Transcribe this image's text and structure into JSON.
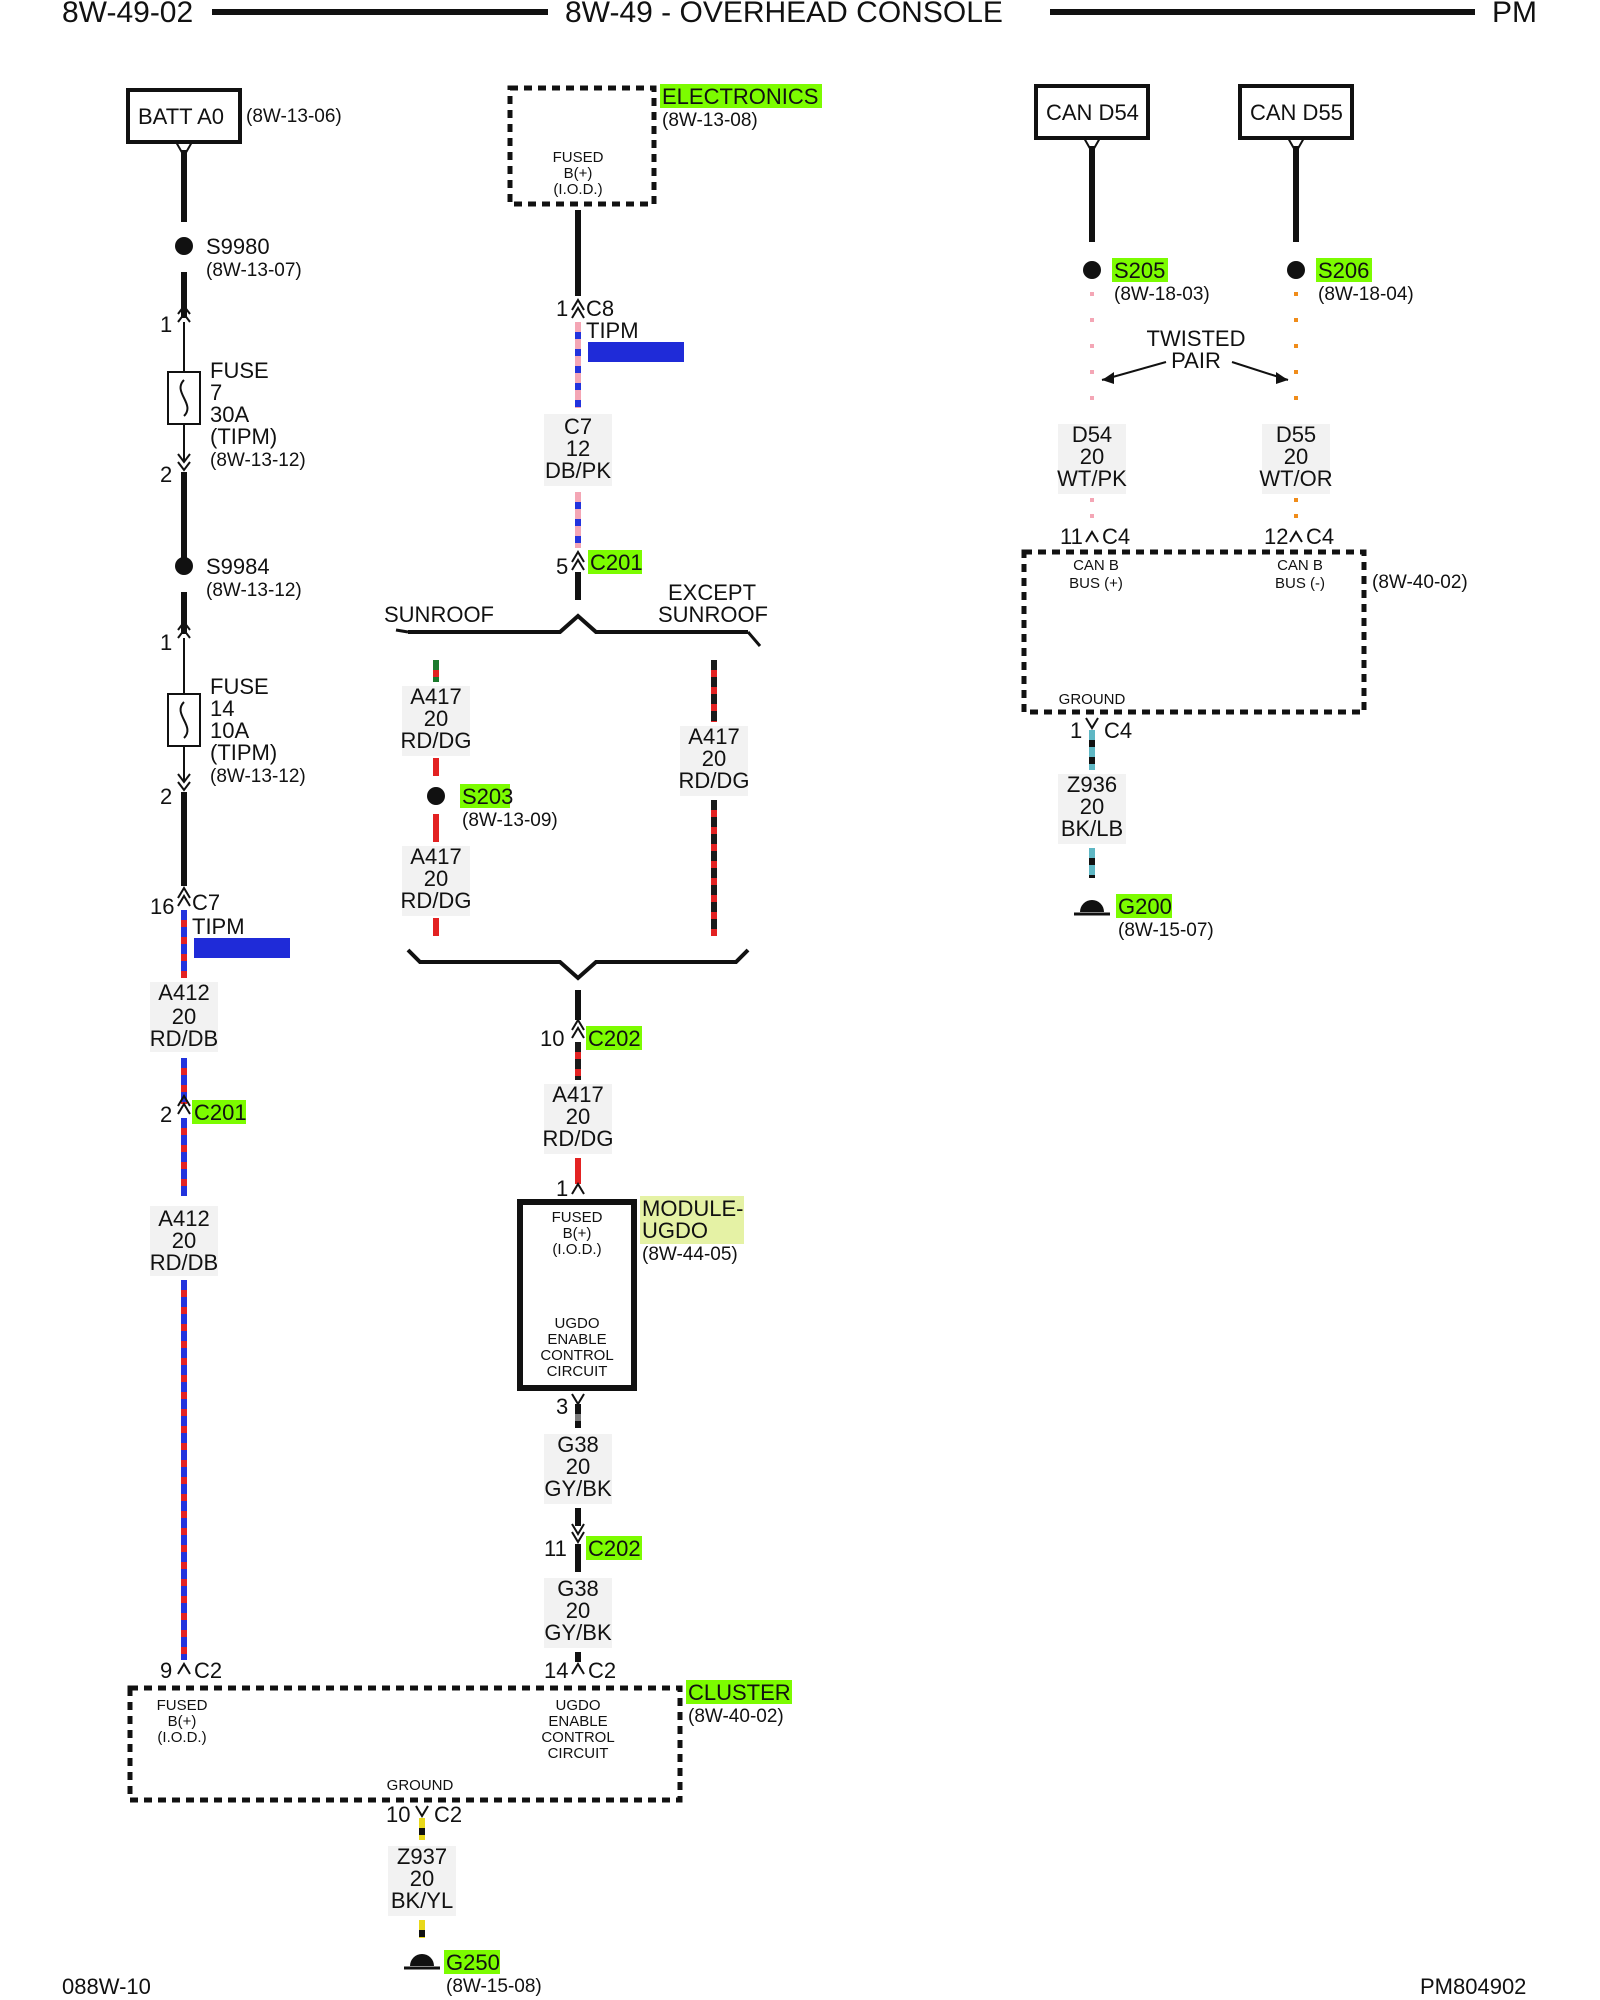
{
  "header": {
    "left": "8W-49-02",
    "center": "8W-49 - OVERHEAD CONSOLE",
    "right": "PM"
  },
  "footer": {
    "left": "088W-10",
    "right": "PM804902"
  },
  "colors": {
    "highlight": "#7cfc00",
    "ref_text": "#1a1a6e",
    "tipm_bar": "#1f2bd8",
    "wire_red": "#e32222",
    "wire_blue": "#2233dd",
    "wire_pink": "#f4a6b5",
    "wire_orange": "#f08c1a",
    "wire_teal": "#5fb7c4",
    "wire_yellow": "#e8d81a"
  },
  "column1": {
    "batt_label": "BATT A0",
    "batt_ref": "(8W-13-06)",
    "s9980": {
      "name": "S9980",
      "ref": "(8W-13-07)"
    },
    "fuse7": {
      "pin_top": "1",
      "pin_bottom": "2",
      "l1": "FUSE",
      "l2": "7",
      "l3": "30A",
      "l4": "(TIPM)",
      "ref": "(8W-13-12)"
    },
    "s9984": {
      "name": "S9984",
      "ref": "(8W-13-12)"
    },
    "fuse14": {
      "pin_top": "1",
      "pin_bottom": "2",
      "l1": "FUSE",
      "l2": "14",
      "l3": "10A",
      "l4": "(TIPM)",
      "ref": "(8W-13-12)"
    },
    "c7": {
      "pin": "16",
      "name": "C7",
      "sub": "TIPM"
    },
    "wire1": {
      "circuit": "A412",
      "gauge": "20",
      "color": "RD/DB"
    },
    "c201": {
      "pin": "2",
      "name": "C201"
    },
    "wire2": {
      "circuit": "A412",
      "gauge": "20",
      "color": "RD/DB"
    },
    "c2": {
      "pin": "9",
      "name": "C2"
    }
  },
  "column2": {
    "module_label": "ELECTRONICS",
    "module_ref": "(8W-13-08)",
    "module_inner": [
      "FUSED",
      "B(+)",
      "(I.O.D.)"
    ],
    "c8": {
      "pin": "1",
      "name": "C8",
      "sub": "TIPM"
    },
    "wire1": {
      "circuit": "C7",
      "gauge": "12",
      "color": "DB/PK"
    },
    "c201": {
      "pin": "5",
      "name": "C201"
    },
    "branch_left": "SUNROOF",
    "branch_right_1": "EXCEPT",
    "branch_right_2": "SUNROOF",
    "sun_wire_a": {
      "circuit": "A417",
      "gauge": "20",
      "color": "RD/DG"
    },
    "s203": {
      "name": "S203",
      "ref": "(8W-13-09)"
    },
    "sun_wire_b": {
      "circuit": "A417",
      "gauge": "20",
      "color": "RD/DG"
    },
    "except_wire": {
      "circuit": "A417",
      "gauge": "20",
      "color": "RD/DG"
    },
    "c202_top": {
      "pin": "10",
      "name": "C202"
    },
    "wire2": {
      "circuit": "A417",
      "gauge": "20",
      "color": "RD/DG"
    },
    "ugdo_pin_in": "1",
    "ugdo_label_1": "MODULE-",
    "ugdo_label_2": "UGDO",
    "ugdo_ref": "(8W-44-05)",
    "ugdo_inner_top": [
      "FUSED",
      "B(+)",
      "(I.O.D.)"
    ],
    "ugdo_inner_bottom": [
      "UGDO",
      "ENABLE",
      "CONTROL",
      "CIRCUIT"
    ],
    "ugdo_pin_out": "3",
    "wire3": {
      "circuit": "G38",
      "gauge": "20",
      "color": "GY/BK"
    },
    "c202_bottom": {
      "pin": "11",
      "name": "C202"
    },
    "wire4": {
      "circuit": "G38",
      "gauge": "20",
      "color": "GY/BK"
    },
    "c2": {
      "pin": "14",
      "name": "C2"
    }
  },
  "cluster": {
    "label": "CLUSTER",
    "ref": "(8W-40-02)",
    "inner_left": [
      "FUSED",
      "B(+)",
      "(I.O.D.)"
    ],
    "inner_right": [
      "UGDO",
      "ENABLE",
      "CONTROL",
      "CIRCUIT"
    ],
    "ground_label": "GROUND",
    "ground_pin": "10",
    "ground_conn": "C2",
    "ground_wire": {
      "circuit": "Z937",
      "gauge": "20",
      "color": "BK/YL"
    },
    "ground_name": "G250",
    "ground_ref": "(8W-15-08)"
  },
  "can": {
    "d54_box": "CAN D54",
    "d55_box": "CAN D55",
    "s205": {
      "name": "S205",
      "ref": "(8W-18-03)"
    },
    "s206": {
      "name": "S206",
      "ref": "(8W-18-04)"
    },
    "twisted_1": "TWISTED",
    "twisted_2": "PAIR",
    "wire_d54": {
      "circuit": "D54",
      "gauge": "20",
      "color": "WT/PK"
    },
    "wire_d55": {
      "circuit": "D55",
      "gauge": "20",
      "color": "WT/OR"
    },
    "c4_left": {
      "pin": "11",
      "name": "C4"
    },
    "c4_right": {
      "pin": "12",
      "name": "C4"
    },
    "inner_left": [
      "CAN B",
      "BUS (+)"
    ],
    "inner_right": [
      "CAN B",
      "BUS (-)"
    ],
    "module_ref": "(8W-40-02)",
    "ground_label": "GROUND",
    "ground_pin": "1",
    "ground_conn": "C4",
    "ground_wire": {
      "circuit": "Z936",
      "gauge": "20",
      "color": "BK/LB"
    },
    "ground_name": "G200",
    "ground_ref": "(8W-15-07)"
  }
}
